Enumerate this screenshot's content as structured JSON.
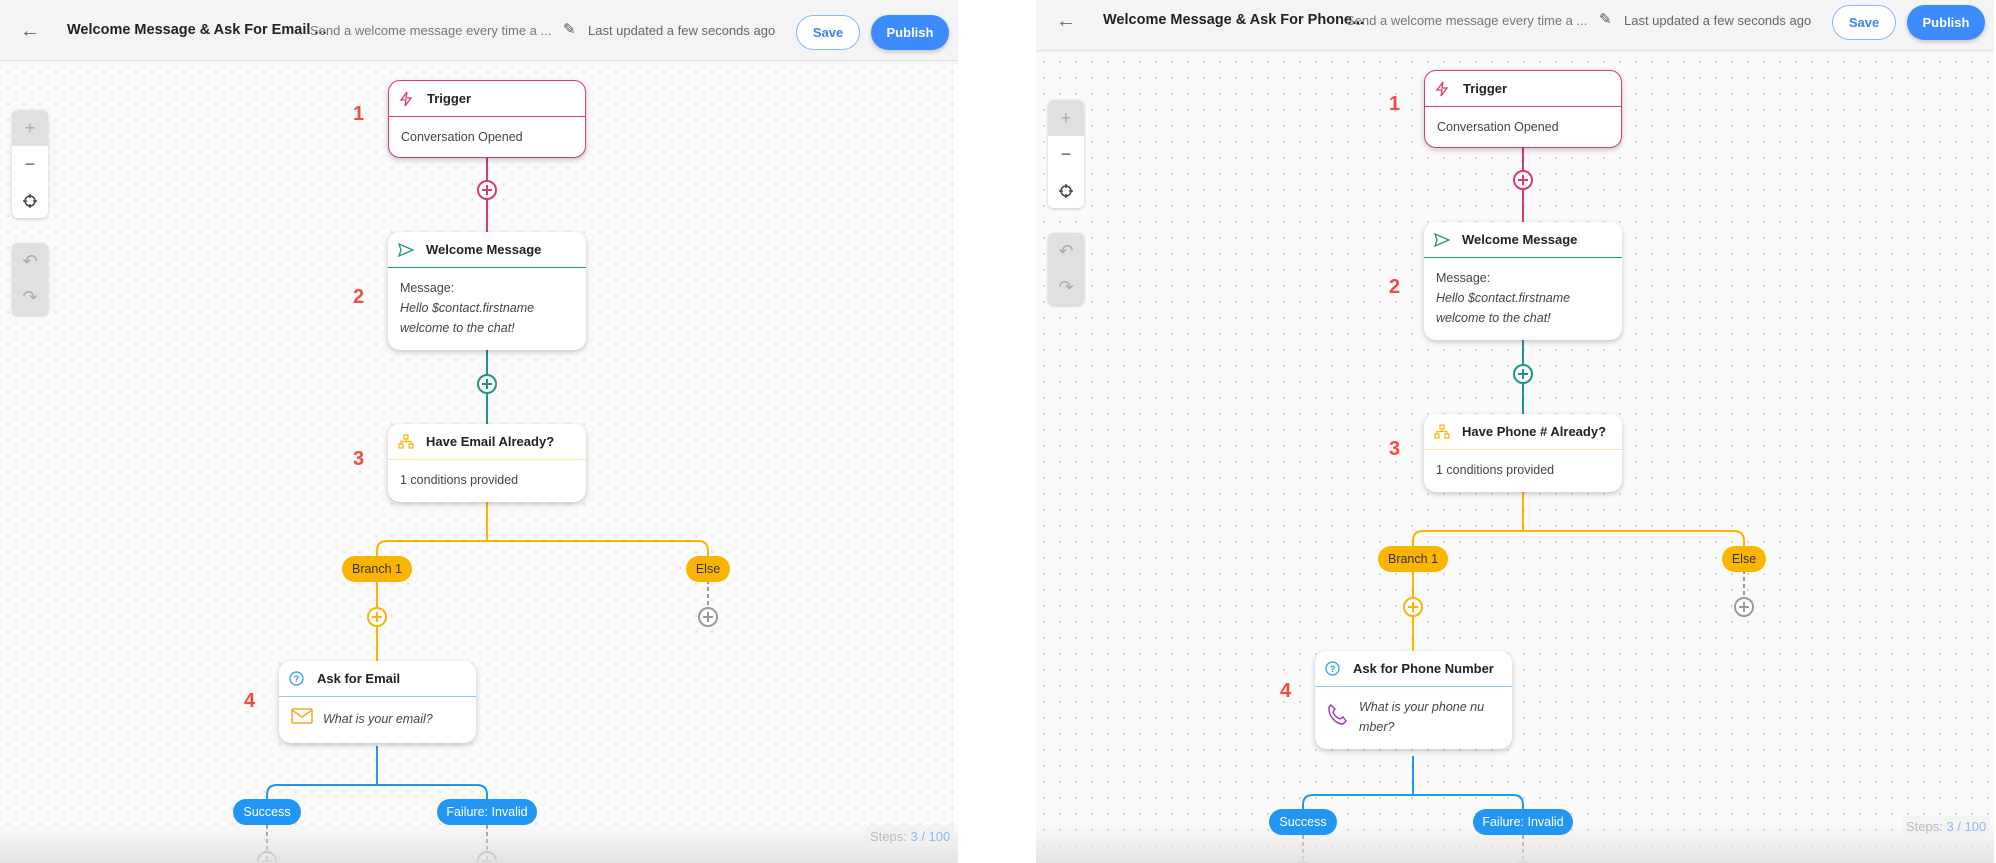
{
  "colors": {
    "trigger": "#d9396f",
    "message": "#1f9488",
    "condition": "#fbb400",
    "ask": "#2196f3",
    "step_number": "#f24b3f",
    "publish": "#3d8bfd"
  },
  "panels": [
    {
      "header": {
        "back_icon": "arrow-left-icon",
        "title": "Welcome Message & Ask For Email ...",
        "subtitle": "Send a welcome message every time a ...",
        "edit_icon": "pencil-icon",
        "last_updated": "Last updated a few seconds ago",
        "save": "Save",
        "publish": "Publish"
      },
      "controls": {
        "zoom_in": "+",
        "zoom_out": "−",
        "recenter_icon": "crosshair-icon",
        "undo_icon": "undo-icon",
        "redo_icon": "redo-icon"
      },
      "nodes": {
        "trigger": {
          "number": "1",
          "title": "Trigger",
          "body": "Conversation Opened",
          "icon": "lightning-icon"
        },
        "message": {
          "number": "2",
          "title": "Welcome Message",
          "label": "Message:",
          "line1": "Hello $contact.firstname",
          "line2": "welcome to the chat!",
          "icon": "send-icon"
        },
        "condition": {
          "number": "3",
          "title": "Have Email Already?",
          "body": "1 conditions provided",
          "icon": "sitemap-icon"
        },
        "ask": {
          "number": "4",
          "title": "Ask for Email",
          "question": "What is your email?",
          "icon": "question-circle-icon",
          "input_icon": "envelope-icon"
        }
      },
      "branches": {
        "branch1": "Branch 1",
        "else": "Else",
        "success": "Success",
        "failure": "Failure: Invalid"
      },
      "steps": {
        "label": "Steps:",
        "value": "3 / 100"
      }
    },
    {
      "header": {
        "back_icon": "arrow-left-icon",
        "title": "Welcome Message & Ask For Phone...",
        "subtitle": "Send a welcome message every time a ...",
        "edit_icon": "pencil-icon",
        "last_updated": "Last updated a few seconds ago",
        "save": "Save",
        "publish": "Publish"
      },
      "controls": {
        "zoom_in": "+",
        "zoom_out": "−",
        "recenter_icon": "crosshair-icon",
        "undo_icon": "undo-icon",
        "redo_icon": "redo-icon"
      },
      "nodes": {
        "trigger": {
          "number": "1",
          "title": "Trigger",
          "body": "Conversation Opened",
          "icon": "lightning-icon"
        },
        "message": {
          "number": "2",
          "title": "Welcome Message",
          "label": "Message:",
          "line1": "Hello $contact.firstname",
          "line2": "welcome to the chat!",
          "icon": "send-icon"
        },
        "condition": {
          "number": "3",
          "title": "Have Phone # Already?",
          "body": "1 conditions provided",
          "icon": "sitemap-icon"
        },
        "ask": {
          "number": "4",
          "title": "Ask for Phone Number",
          "question": "What is your phone number?",
          "icon": "question-circle-icon",
          "input_icon": "phone-icon"
        }
      },
      "branches": {
        "branch1": "Branch 1",
        "else": "Else",
        "success": "Success",
        "failure": "Failure: Invalid"
      },
      "steps": {
        "label": "Steps:",
        "value": "3 / 100"
      }
    }
  ]
}
